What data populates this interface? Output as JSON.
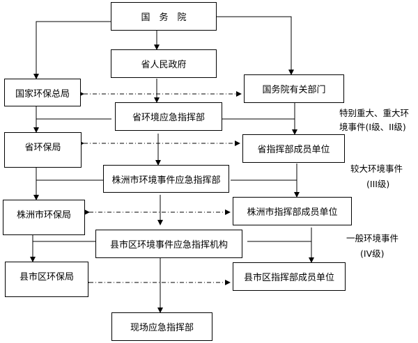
{
  "nodes": {
    "state_council": "国　务　院",
    "provincial_gov": "省人民政府",
    "national_epa": "国家环保总局",
    "state_council_depts": "国务院有关部门",
    "provincial_hq": "省环境应急指挥部",
    "provincial_epa": "省环保局",
    "provincial_members": "省指挥部成员单位",
    "zhuzhou_hq": "株洲市环境事件应急指挥部",
    "zhuzhou_epa": "株洲市环保局",
    "zhuzhou_members": "株洲市指挥部成员单位",
    "county_hq": "县市区环境事件应急指挥机构",
    "county_epa": "县市区环保局",
    "county_members": "县市区指挥部成员单位",
    "onsite_hq": "现场应急指挥部"
  },
  "levels": {
    "level_1_2_line1": "特别重大、重大环",
    "level_1_2_line2": "境事件(I级、II级)",
    "level_3_line1": "较大环境事件",
    "level_3_line2": "(III级)",
    "level_4_line1": "一般环境事件",
    "level_4_line2": "(IV级)"
  }
}
